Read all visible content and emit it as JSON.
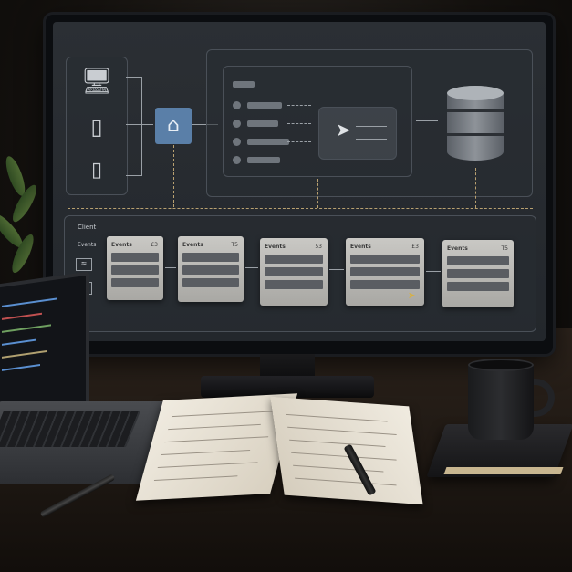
{
  "scene": {
    "description_free": true
  },
  "screen": {
    "client_label": "Client",
    "events_label": "Events",
    "cards": [
      {
        "title": "Events",
        "num": "£3"
      },
      {
        "title": "Events",
        "num": "T5"
      },
      {
        "title": "Events",
        "num": "53"
      },
      {
        "title": "Events",
        "num": "£3"
      },
      {
        "title": "Events",
        "num": "T5"
      }
    ]
  },
  "colors": {
    "screen_bg": "#2b2f34",
    "accent_home": "#5a7fa8",
    "arrow_gold": "#d8b040"
  },
  "icons": [
    "desktop-icon",
    "tablet-icon",
    "phone-icon",
    "home-icon",
    "database-icon",
    "cursor-icon",
    "wifi-icon",
    "settings-icon"
  ]
}
